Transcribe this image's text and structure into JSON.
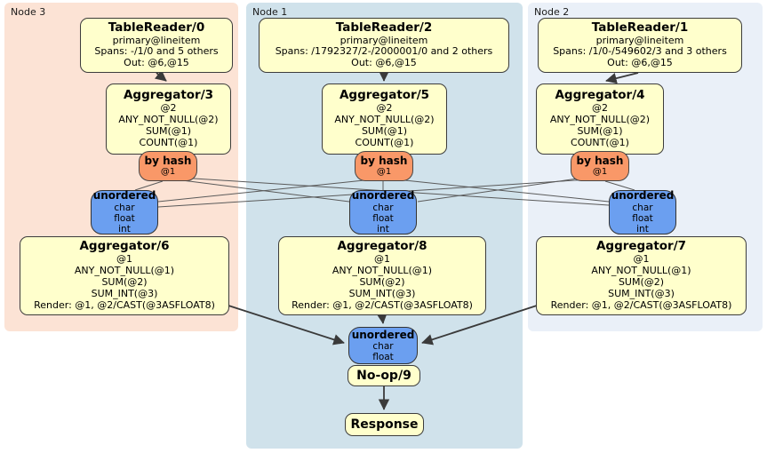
{
  "theme": {
    "page_bg": "#ffffff",
    "node3_bg": "#fce3d5",
    "node1_bg": "#d0e2eb",
    "node2_bg": "#eaf0f8",
    "processor_bg": "#ffffcc",
    "processor_border": "#3c3c3c",
    "router_bg": "#f99868",
    "sync_bg": "#6b9ff0",
    "thin_edge_color": "#5a5a5a",
    "arrow_color": "#3a3a3a"
  },
  "node3": {
    "label": "Node 3",
    "table_reader": {
      "title": "TableReader/0",
      "index": "primary@lineitem",
      "spans": "Spans: -/1/0 and 5 others",
      "out": "Out: @6,@15"
    },
    "aggregator": {
      "title": "Aggregator/3",
      "lines": [
        "@2",
        "ANY_NOT_NULL(@2)",
        "SUM(@1)",
        "COUNT(@1)"
      ]
    },
    "router": {
      "title": "by hash",
      "arg": "@1"
    },
    "sync": {
      "title": "unordered",
      "types": [
        "char",
        "float",
        "int"
      ]
    },
    "final_aggregator": {
      "title": "Aggregator/6",
      "lines": [
        "@1",
        "ANY_NOT_NULL(@1)",
        "SUM(@2)",
        "SUM_INT(@3)",
        "Render: @1, @2/CAST(@3ASFLOAT8)"
      ]
    }
  },
  "node1": {
    "label": "Node 1",
    "table_reader": {
      "title": "TableReader/2",
      "index": "primary@lineitem",
      "spans": "Spans: /1792327/2-/2000001/0 and 2 others",
      "out": "Out: @6,@15"
    },
    "aggregator": {
      "title": "Aggregator/5",
      "lines": [
        "@2",
        "ANY_NOT_NULL(@2)",
        "SUM(@1)",
        "COUNT(@1)"
      ]
    },
    "router": {
      "title": "by hash",
      "arg": "@1"
    },
    "sync": {
      "title": "unordered",
      "types": [
        "char",
        "float",
        "int"
      ]
    },
    "final_aggregator": {
      "title": "Aggregator/8",
      "lines": [
        "@1",
        "ANY_NOT_NULL(@1)",
        "SUM(@2)",
        "SUM_INT(@3)",
        "Render: @1, @2/CAST(@3ASFLOAT8)"
      ]
    },
    "final_sync": {
      "title": "unordered",
      "types": [
        "char",
        "float"
      ]
    },
    "noop": {
      "title": "No-op/9"
    },
    "response": {
      "title": "Response"
    }
  },
  "node2": {
    "label": "Node 2",
    "table_reader": {
      "title": "TableReader/1",
      "index": "primary@lineitem",
      "spans": "Spans: /1/0-/549602/3 and 3 others",
      "out": "Out: @6,@15"
    },
    "aggregator": {
      "title": "Aggregator/4",
      "lines": [
        "@2",
        "ANY_NOT_NULL(@2)",
        "SUM(@1)",
        "COUNT(@1)"
      ]
    },
    "router": {
      "title": "by hash",
      "arg": "@1"
    },
    "sync": {
      "title": "unordered",
      "types": [
        "char",
        "float",
        "int"
      ]
    },
    "final_aggregator": {
      "title": "Aggregator/7",
      "lines": [
        "@1",
        "ANY_NOT_NULL(@1)",
        "SUM(@2)",
        "SUM_INT(@3)",
        "Render: @1, @2/CAST(@3ASFLOAT8)"
      ]
    }
  }
}
